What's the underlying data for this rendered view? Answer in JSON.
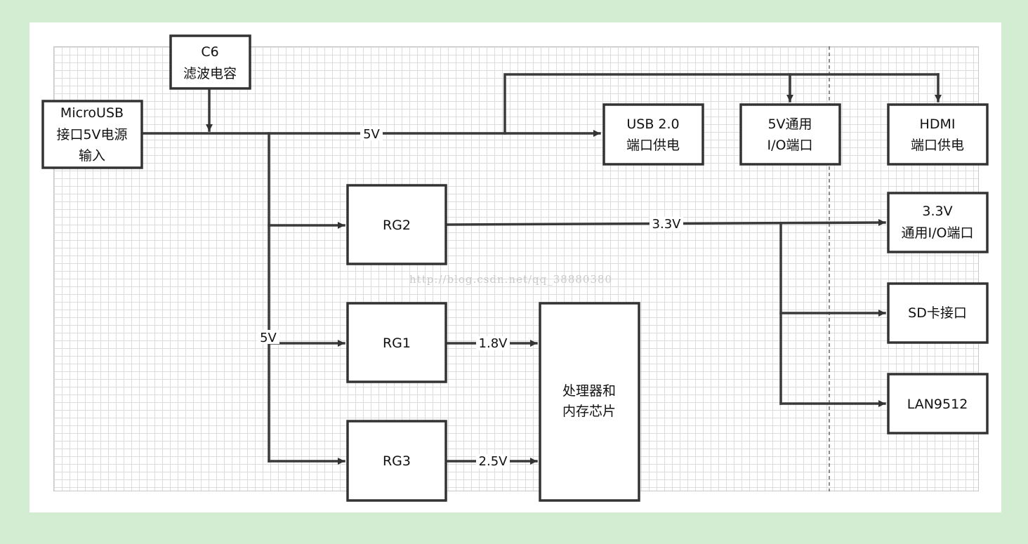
{
  "nodes": {
    "microusb": [
      "MicroUSB",
      "接口5V电源",
      "输入"
    ],
    "c6": [
      "C6",
      "滤波电容"
    ],
    "usb": [
      "USB 2.0",
      "端口供电"
    ],
    "gpio5v": [
      "5V通用",
      "I/O端口"
    ],
    "hdmi": [
      "HDMI",
      "端口供电"
    ],
    "rg2": [
      "RG2"
    ],
    "rg1": [
      "RG1"
    ],
    "rg3": [
      "RG3"
    ],
    "cpu": [
      "处理器和",
      "内存芯片"
    ],
    "gpio33": [
      "3.3V",
      "通用I/O端口"
    ],
    "sd": [
      "SD卡接口"
    ],
    "lan": [
      "LAN9512"
    ]
  },
  "labels": {
    "main_5v": "5V",
    "branch_5v": "5V",
    "v33": "3.3V",
    "v18": "1.8V",
    "v25": "2.5V"
  },
  "watermark": "http://blog.csdn.net/qq_38880380"
}
